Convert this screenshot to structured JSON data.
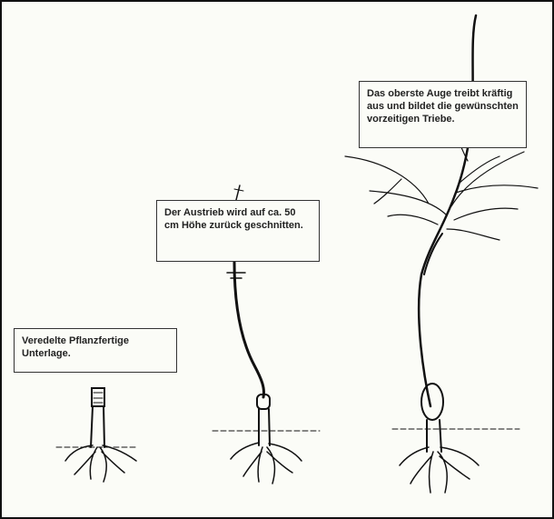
{
  "steps": [
    {
      "caption": "Veredelte Pflanzfertige Unterlage."
    },
    {
      "caption": "Der Austrieb wird auf ca. 50 cm Höhe zurück geschnitten."
    },
    {
      "caption": "Das oberste Auge treibt kräftig aus und bildet die gewünschten vorzeitigen Triebe."
    }
  ]
}
